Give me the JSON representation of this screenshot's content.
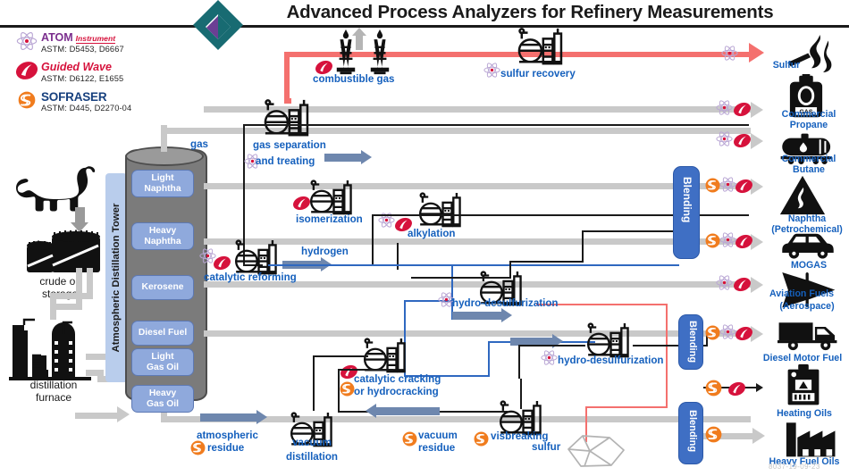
{
  "header": {
    "title": "Advanced Process Analyzers for Refinery Measurements",
    "logo_icon": "diamond-logo-icon"
  },
  "legend": {
    "items": [
      {
        "brand": "ATOM Instrument",
        "brand_short": "ATOM",
        "suffix": "Instrument",
        "astm": "ASTM: D5453, D6667",
        "icon": "atom-icon"
      },
      {
        "brand": "Guided Wave",
        "astm": "ASTM: D6122, E1655",
        "icon": "guided-wave-icon"
      },
      {
        "brand": "SOFRASER",
        "astm": "ASTM: D445, D2270-04",
        "icon": "sofraser-icon"
      }
    ]
  },
  "source": {
    "dinosaur_icon": "dinosaur-icon",
    "crude_storage_label": "crude oil\nstorage",
    "crude_storage_line1": "crude oil",
    "crude_storage_line2": "storage",
    "furnace_line1": "distillation",
    "furnace_line2": "furnace",
    "storage_icon": "oil-tank-icon",
    "furnace_icon": "furnace-icon"
  },
  "tower": {
    "side_label": "Atmospheric Distillation Tower",
    "cuts": [
      {
        "label": "Light\nNaphtha",
        "l1": "Light",
        "l2": "Naphtha"
      },
      {
        "label": "Heavy\nNaphtha",
        "l1": "Heavy",
        "l2": "Naphtha"
      },
      {
        "label": "Kerosene",
        "l1": "Kerosene",
        "l2": ""
      },
      {
        "label": "Diesel Fuel",
        "l1": "Diesel Fuel",
        "l2": ""
      },
      {
        "label": "Light\nGas Oil",
        "l1": "Light",
        "l2": "Gas Oil"
      },
      {
        "label": "Heavy\nGas Oil",
        "l1": "Heavy",
        "l2": "Gas Oil"
      }
    ],
    "gas_label": "gas"
  },
  "processes": {
    "combustible_gas": "combustible gas",
    "sulfur_recovery": "sulfur recovery",
    "gas_separation_l1": "gas separation",
    "gas_separation_l2": "and treating",
    "isomerization": "isomerization",
    "alkylation": "alkylation",
    "catalytic_reforming": "catalytic reforming",
    "hydrogen": "hydrogen",
    "hydro_desulfurization_1": "hydro-desulfurization",
    "hydro_desulfurization_2": "hydro-desulfurization",
    "catalytic_cracking_l1": "catalytic cracking",
    "catalytic_cracking_l2": "or hydrocracking",
    "vacuum_distillation_l1": "vacuum",
    "vacuum_distillation_l2": "distillation",
    "visbreaking": "visbreaking",
    "atmospheric_residue_l1": "atmospheric",
    "atmospheric_residue_l2": "residue",
    "vacuum_residue_l1": "vacuum",
    "vacuum_residue_l2": "residue",
    "sulfur_stream": "sulfur",
    "blending": "Blending"
  },
  "products": [
    {
      "name": "Sulfur",
      "line2": "",
      "icon": "flame-match-icon",
      "analyzers": [
        "atom"
      ],
      "pipe": "red"
    },
    {
      "name": "Commercial",
      "line2": "Propane",
      "icon": "gas-cylinder-icon",
      "analyzers": [
        "atom",
        "guided-wave"
      ],
      "pipe": "gray"
    },
    {
      "name": "Commercial",
      "line2": "Butane",
      "icon": "tank-car-icon",
      "analyzers": [
        "atom",
        "guided-wave"
      ],
      "pipe": "gray"
    },
    {
      "name": "Naphtha",
      "line2": "(Petrochemical)",
      "icon": "flammable-triangle-icon",
      "analyzers": [
        "sofraser",
        "atom",
        "guided-wave"
      ],
      "pipe": "gray"
    },
    {
      "name": "MOGAS",
      "line2": "",
      "icon": "car-icon",
      "analyzers": [
        "sofraser",
        "atom",
        "guided-wave"
      ],
      "pipe": "gray"
    },
    {
      "name": "Aviation  Fuels",
      "line2": "(Aerospace)",
      "icon": "airplane-icon",
      "analyzers": [
        "atom",
        "guided-wave"
      ],
      "pipe": "gray"
    },
    {
      "name": "Diesel Motor Fuel",
      "line2": "",
      "icon": "truck-icon",
      "analyzers": [
        "sofraser",
        "atom",
        "guided-wave"
      ],
      "pipe": "gray"
    },
    {
      "name": "Heating Oils",
      "line2": "",
      "icon": "boiler-icon",
      "analyzers": [
        "sofraser",
        "guided-wave"
      ],
      "pipe": "black"
    },
    {
      "name": "Heavy Fuel Oils",
      "line2": "",
      "icon": "factory-icon",
      "analyzers": [
        "sofraser"
      ],
      "pipe": "gray"
    }
  ],
  "watermark": "8037-19-09-23",
  "colors": {
    "title": "#1a1a1a",
    "label_blue": "#1560bd",
    "blending_blue": "#3f6fc4",
    "pipe_gray": "#c9c9c9",
    "pipe_red": "#f4706e",
    "arrow_slate": "#6e87ae",
    "atom_purple": "#7b2f8e",
    "guided_wave_red": "#d6123c",
    "sofraser_orange": "#f07c1e",
    "sofraser_blue": "#17407e",
    "tower_body": "#7b7b7b",
    "tower_cut": "#8fa9dc",
    "teal": "#186b72",
    "purple": "#6b3f94"
  }
}
